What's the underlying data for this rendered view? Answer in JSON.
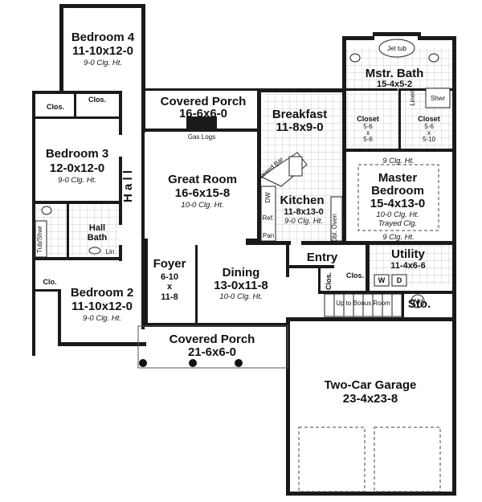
{
  "rooms": {
    "bed4": {
      "name": "Bedroom 4",
      "dims": "11-10x12-0",
      "ceiling": "9-0 Clg. Ht."
    },
    "bed3": {
      "name": "Bedroom 3",
      "dims": "12-0x12-0",
      "ceiling": "9-0 Clg. Ht."
    },
    "bed2": {
      "name": "Bedroom 2",
      "dims": "11-10x12-0",
      "ceiling": "9-0 Clg. Ht."
    },
    "porch_back": {
      "name": "Covered Porch",
      "dims": "16-6x6-0"
    },
    "great": {
      "name": "Great Room",
      "dims": "16-6x15-8",
      "ceiling": "10-0 Clg. Ht."
    },
    "breakfast": {
      "name": "Breakfast",
      "dims": "11-8x9-0"
    },
    "kitchen": {
      "name": "Kitchen",
      "dims": "11-8x13-0",
      "ceiling": "9-0 Clg. Ht."
    },
    "mbath": {
      "name": "Mstr. Bath",
      "dims": "15-4x5-2"
    },
    "closet_l": {
      "name": "Closet",
      "d1": "5-6",
      "x": "x",
      "d2": "5-6"
    },
    "closet_r": {
      "name": "Closet",
      "d1": "5-6",
      "x": "x",
      "d2": "5-10"
    },
    "master": {
      "name1": "Master",
      "name2": "Bedroom",
      "dims": "15-4x13-0",
      "ceiling": "10-0 Clg. Ht.",
      "extra": "Trayed Clg."
    },
    "foyer": {
      "name": "Foyer",
      "d1": "6-10",
      "x": "x",
      "d2": "11-8"
    },
    "dining": {
      "name": "Dining",
      "dims": "13-0x11-8",
      "ceiling": "10-0 Clg. Ht."
    },
    "entry": {
      "name": "Entry"
    },
    "utility": {
      "name": "Utility",
      "dims": "11-4x6-6"
    },
    "sto": {
      "name": "Sto."
    },
    "porch_front": {
      "name": "Covered Porch",
      "dims": "21-6x6-0"
    },
    "garage": {
      "name": "Two-Car Garage",
      "dims": "23-4x23-8"
    },
    "hall": {
      "name": "H a l l"
    },
    "hall_bath": {
      "name1": "Hall",
      "name2": "Bath"
    }
  },
  "labels": {
    "clos": "Clos.",
    "clo": "Clo.",
    "jet_tub": "Jet tub",
    "linen": "Linen",
    "shwr": "Shwr",
    "gas_logs": "Gas Logs",
    "raised_bar": "Raised Bar",
    "dw": "DW",
    "ref": "Ref.",
    "pan": "Pan",
    "dbl_oven": "Dbl. Oven",
    "tub_shwr": "Tub/Shwr",
    "lin": "Lin",
    "w": "W",
    "d": "D",
    "wh": "WH",
    "up_bonus": "Up to Bonus Room",
    "clg_9a": "9 Clg. Ht.",
    "clg_9b": "9 Clg. Ht."
  }
}
